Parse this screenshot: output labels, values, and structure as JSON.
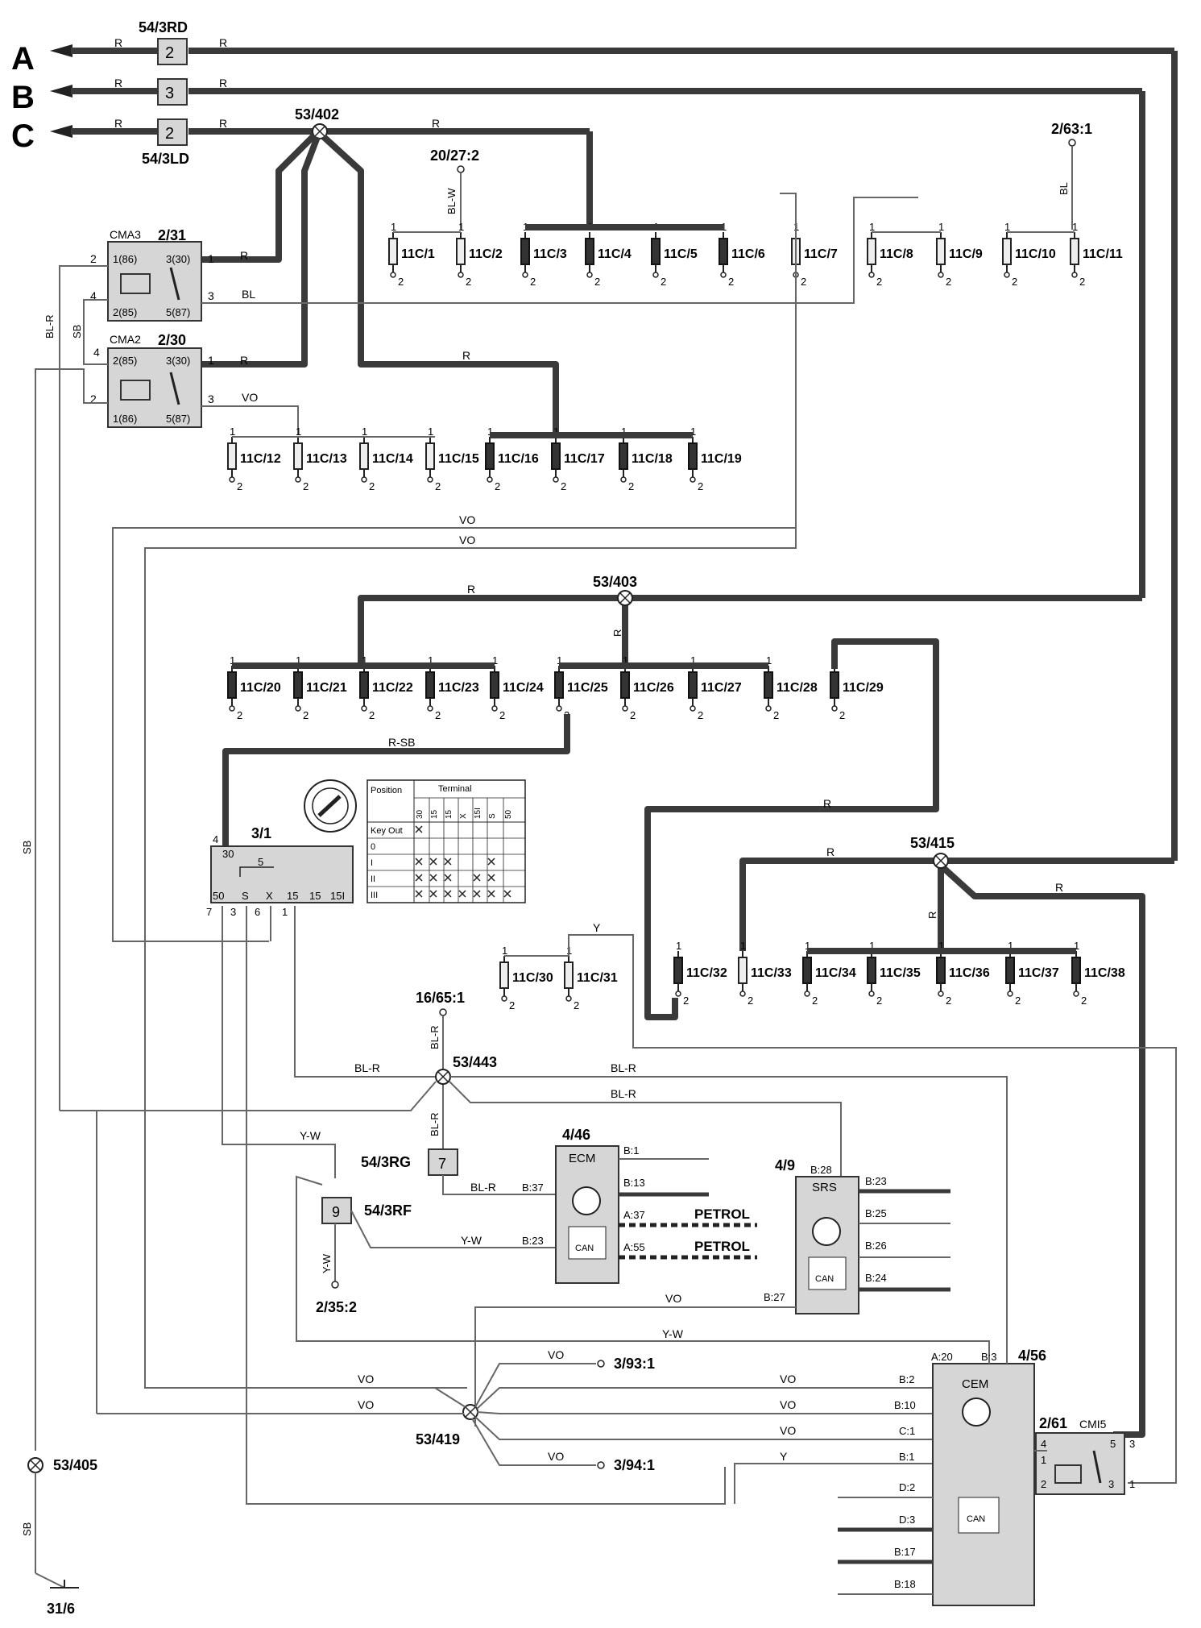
{
  "connectors_left": [
    {
      "letter": "A",
      "pin": "2",
      "wire": "R"
    },
    {
      "letter": "B",
      "pin": "3",
      "wire": "R"
    },
    {
      "letter": "C",
      "pin": "2",
      "wire": "R"
    }
  ],
  "connector_labels": {
    "rd": "54/3RD",
    "ld": "54/3LD",
    "rg": "54/3RG",
    "rf": "54/3RF",
    "rg_pin": "7",
    "rf_pin": "9"
  },
  "splices": {
    "s402": "53/402",
    "s403": "53/403",
    "s415": "53/415",
    "s443": "53/443",
    "s419": "53/419",
    "s405": "53/405"
  },
  "ground": "31/6",
  "nodes": {
    "n20_27": "20/27:2",
    "n2_63": "2/63:1",
    "n16_65": "16/65:1",
    "n2_35": "2/35:2",
    "n3_93": "3/93:1",
    "n3_94": "3/94:1"
  },
  "relays": [
    {
      "id": "2/31",
      "name": "CMA3",
      "p1": "1(86)",
      "p3": "3(30)",
      "p2": "2(85)",
      "p5": "5(87)"
    },
    {
      "id": "2/30",
      "name": "CMA2",
      "p1": "2(85)",
      "p3": "3(30)",
      "p2": "1(86)",
      "p5": "5(87)"
    }
  ],
  "fuses_row1": [
    "11C/1",
    "11C/2",
    "11C/3",
    "11C/4",
    "11C/5",
    "11C/6",
    "11C/7",
    "11C/8",
    "11C/9",
    "11C/10",
    "11C/11"
  ],
  "fuses_row2": [
    "11C/12",
    "11C/13",
    "11C/14",
    "11C/15",
    "11C/16",
    "11C/17",
    "11C/18",
    "11C/19"
  ],
  "fuses_row3": [
    "11C/20",
    "11C/21",
    "11C/22",
    "11C/23",
    "11C/24",
    "11C/25",
    "11C/26",
    "11C/27",
    "11C/28",
    "11C/29"
  ],
  "fuses_row4a": [
    "11C/30",
    "11C/31"
  ],
  "fuses_row4b": [
    "11C/32",
    "11C/33",
    "11C/34",
    "11C/35",
    "11C/36",
    "11C/37",
    "11C/38"
  ],
  "ignition": {
    "id": "3/1",
    "table_headers": [
      "Position",
      "Terminal"
    ],
    "terminals": [
      "30",
      "15",
      "15",
      "X",
      "15I",
      "S",
      "50"
    ],
    "positions": [
      "Key Out",
      "0",
      "I",
      "II",
      "III"
    ],
    "bottom": [
      "50",
      "S",
      "X",
      "15",
      "15",
      "15I"
    ],
    "pins": [
      "7",
      "3",
      "6",
      "1"
    ],
    "top_pin": "4",
    "top_term": "30",
    "inner": "5"
  },
  "ecm": {
    "id": "4/46",
    "name": "ECM",
    "pins": [
      "B:1",
      "B:13",
      "A:37",
      "A:55",
      "B:37",
      "B:23"
    ],
    "petrol": "PETROL",
    "can": "CAN"
  },
  "srs": {
    "id": "4/9",
    "name": "SRS",
    "pins": [
      "B:28",
      "B:23",
      "B:25",
      "B:26",
      "B:24",
      "B:27"
    ],
    "can": "CAN"
  },
  "cem": {
    "id": "4/56",
    "name": "CEM",
    "pins": [
      "A:20",
      "B:3",
      "B:2",
      "B:10",
      "C:1",
      "B:1",
      "D:2",
      "D:3",
      "B:17",
      "B:18"
    ],
    "can": "CAN"
  },
  "cmi5": {
    "id": "2/61",
    "name": "CMI5",
    "pins": [
      "4",
      "5",
      "1",
      "2",
      "3",
      "3",
      "1"
    ]
  },
  "wire_labels": {
    "R": "R",
    "BL": "BL",
    "VO": "VO",
    "BLW": "BL-W",
    "BLR": "BL-R",
    "SB": "SB",
    "RSB": "R-SB",
    "Y": "Y",
    "YW": "Y-W"
  }
}
